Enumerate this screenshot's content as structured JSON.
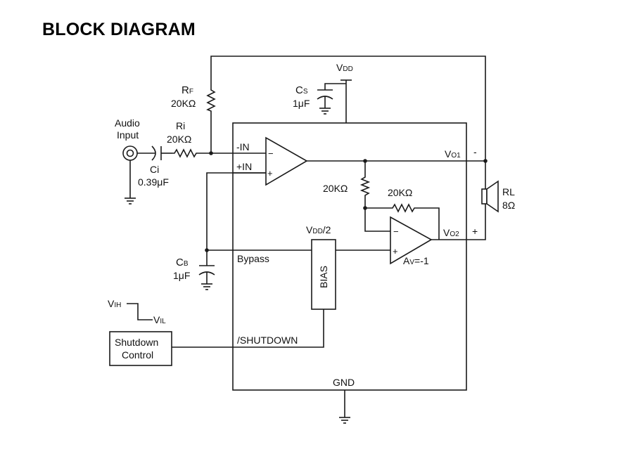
{
  "title": "BLOCK DIAGRAM",
  "labels": {
    "vdd_main": "V",
    "vdd_main_sub": "DD",
    "cs_main": "C",
    "cs_sub": "S",
    "cs_value": "1μF",
    "rf_main": "R",
    "rf_sub": "F",
    "rf_value": "20KΩ",
    "audio_input_line1": "Audio",
    "audio_input_line2": "Input",
    "ri_label": "Ri",
    "ri_value": "20KΩ",
    "ci_label": "Ci",
    "ci_value": "0.39μF",
    "neg_in": "-IN",
    "pos_in": "+IN",
    "opamp_minus": "−",
    "opamp_plus": "+",
    "vo1_main": "V",
    "vo1_sub": "O1",
    "vo1_pol": "-",
    "r_fb1_value": "20KΩ",
    "r_fb2_value": "20KΩ",
    "rl_label": "RL",
    "rl_value": "8Ω",
    "vdd2_main": "V",
    "vdd2_sub": "DD",
    "vdd2_suffix": "/2",
    "vo2_main": "V",
    "vo2_sub": "O2",
    "vo2_pol": "+",
    "av_main": "A",
    "av_sub": "V",
    "av_suffix": "=-1",
    "cb_main": "C",
    "cb_sub": "B",
    "cb_value": "1μF",
    "bypass": "Bypass",
    "bias": "BIAS",
    "vih_main": "V",
    "vih_sub": "IH",
    "vil_main": "V",
    "vil_sub": "IL",
    "shutdown_line1": "Shutdown",
    "shutdown_line2": "Control",
    "shutdown_pin": "/SHUTDOWN",
    "gnd": "GND"
  }
}
